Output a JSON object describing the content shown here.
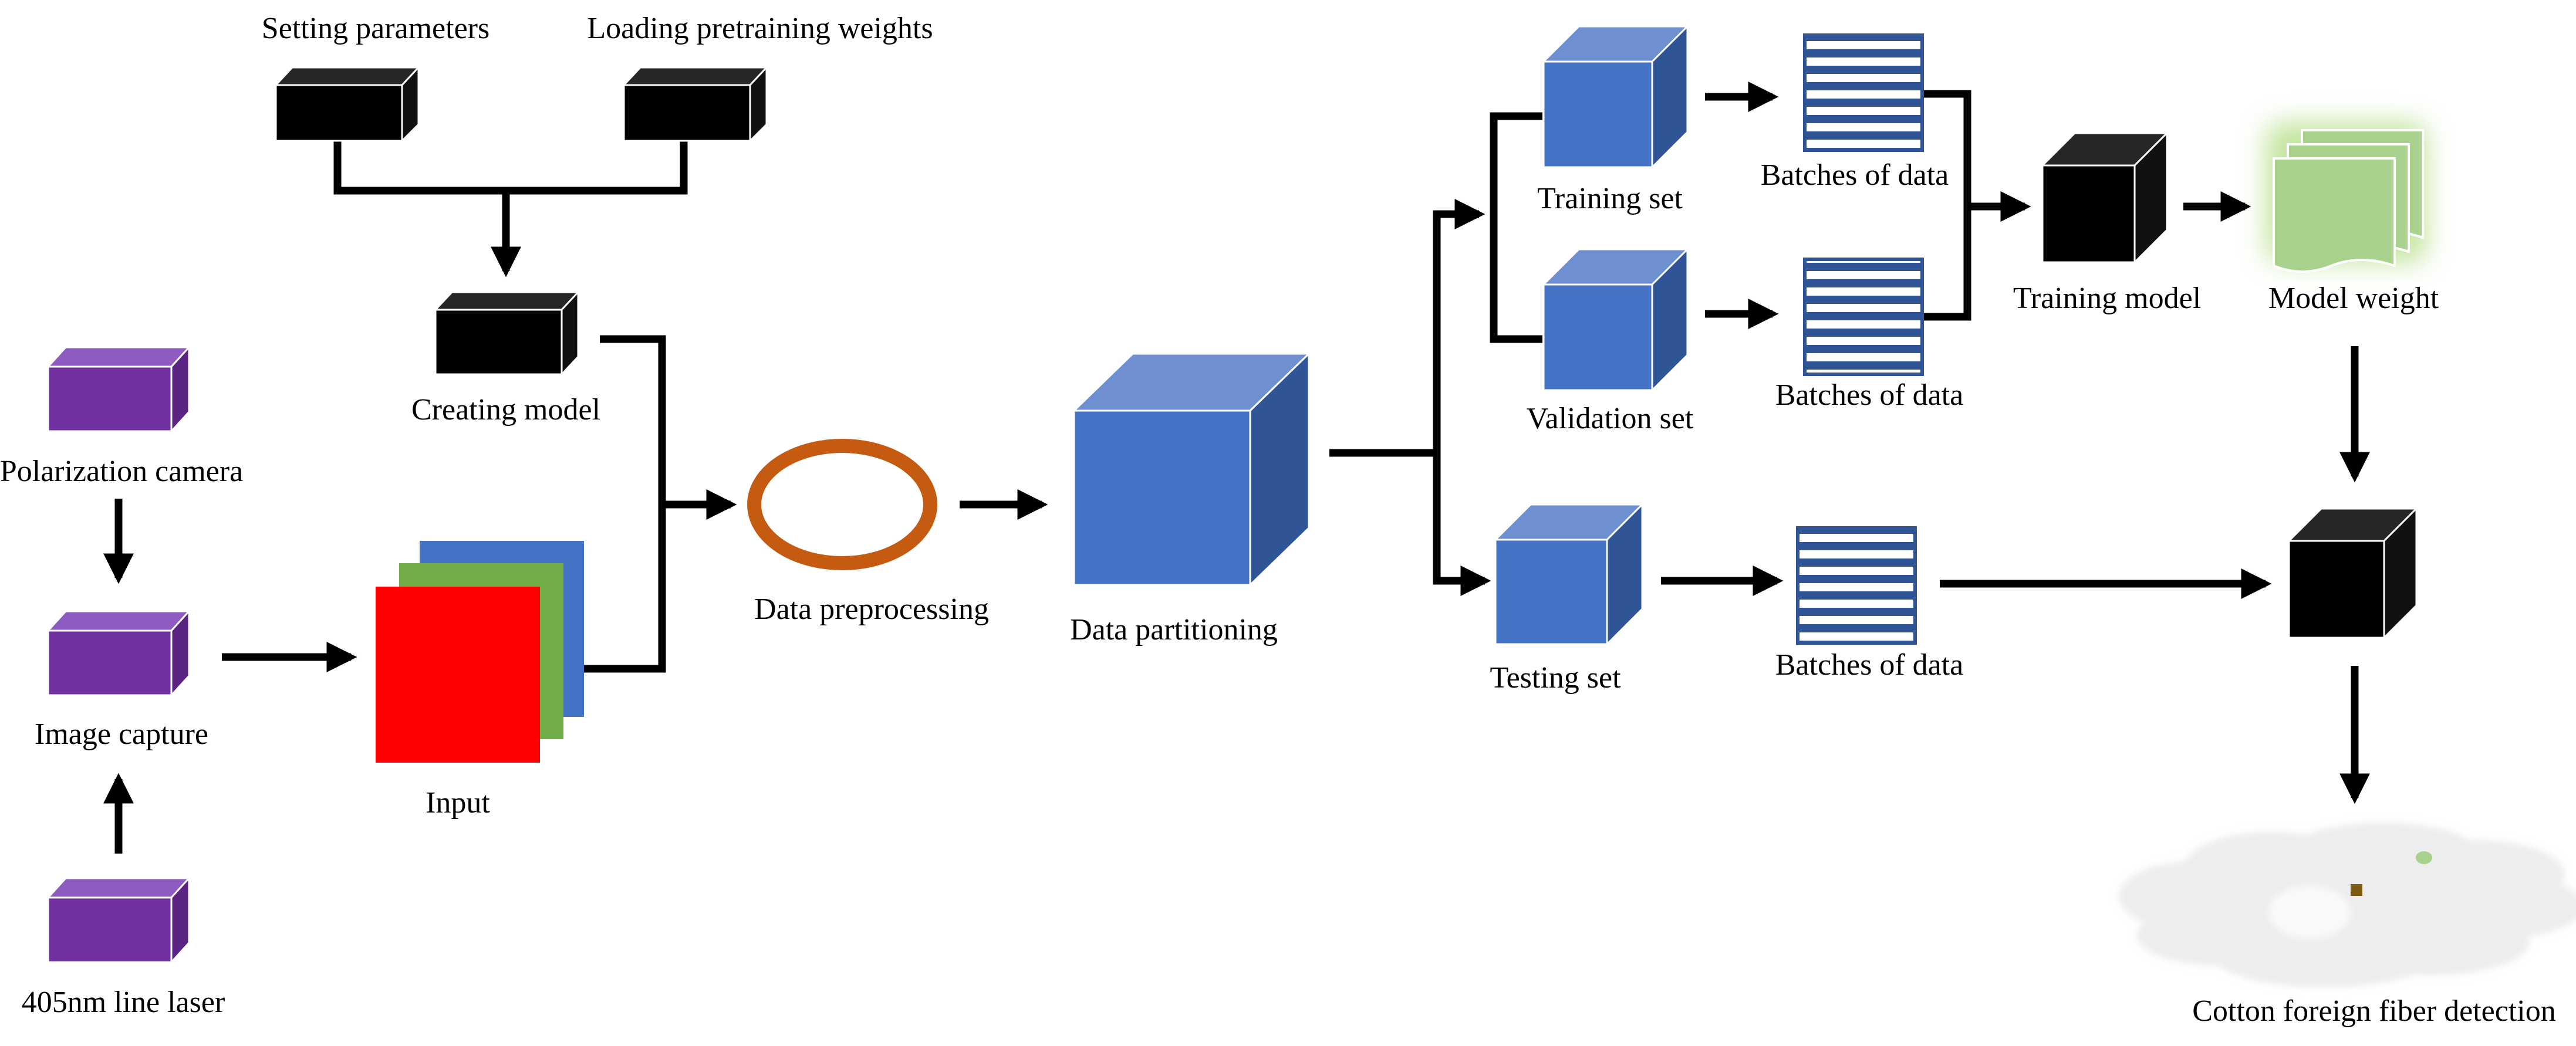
{
  "labels": {
    "setting_parameters": "Setting parameters",
    "loading_weights": "Loading pretraining weights",
    "creating_model": "Creating model",
    "polarization_camera": "Polarization camera",
    "image_capture": "Image capture",
    "laser": "405nm line laser",
    "input": "Input",
    "data_preprocessing": "Data preprocessing",
    "data_partitioning": "Data partitioning",
    "training_set": "Training set",
    "validation_set": "Validation set",
    "testing_set": "Testing set",
    "batches_training": "Batches of data",
    "batches_validation": "Batches of data",
    "batches_testing": "Batches of data",
    "training_model": "Training model",
    "model_weight": "Model weight",
    "detection": "Cotton foreign fiber detection"
  },
  "colors": {
    "arrow": "#000000",
    "black_cube_front": "#000000",
    "purple_cube_front": "#7030A0",
    "blue_cube_front": "#4472C4",
    "ring": "#C55A11",
    "stripe": "#2F5597",
    "input_red": "#FF0000",
    "input_green": "#70AD47",
    "input_blue": "#4472C4",
    "weight_doc": "#A9D18E",
    "weight_glow": "#92D050",
    "cotton": "#EDEDED",
    "foreign_fiber_brown": "#7F5A12",
    "foreign_fiber_green": "#A9D18E"
  }
}
